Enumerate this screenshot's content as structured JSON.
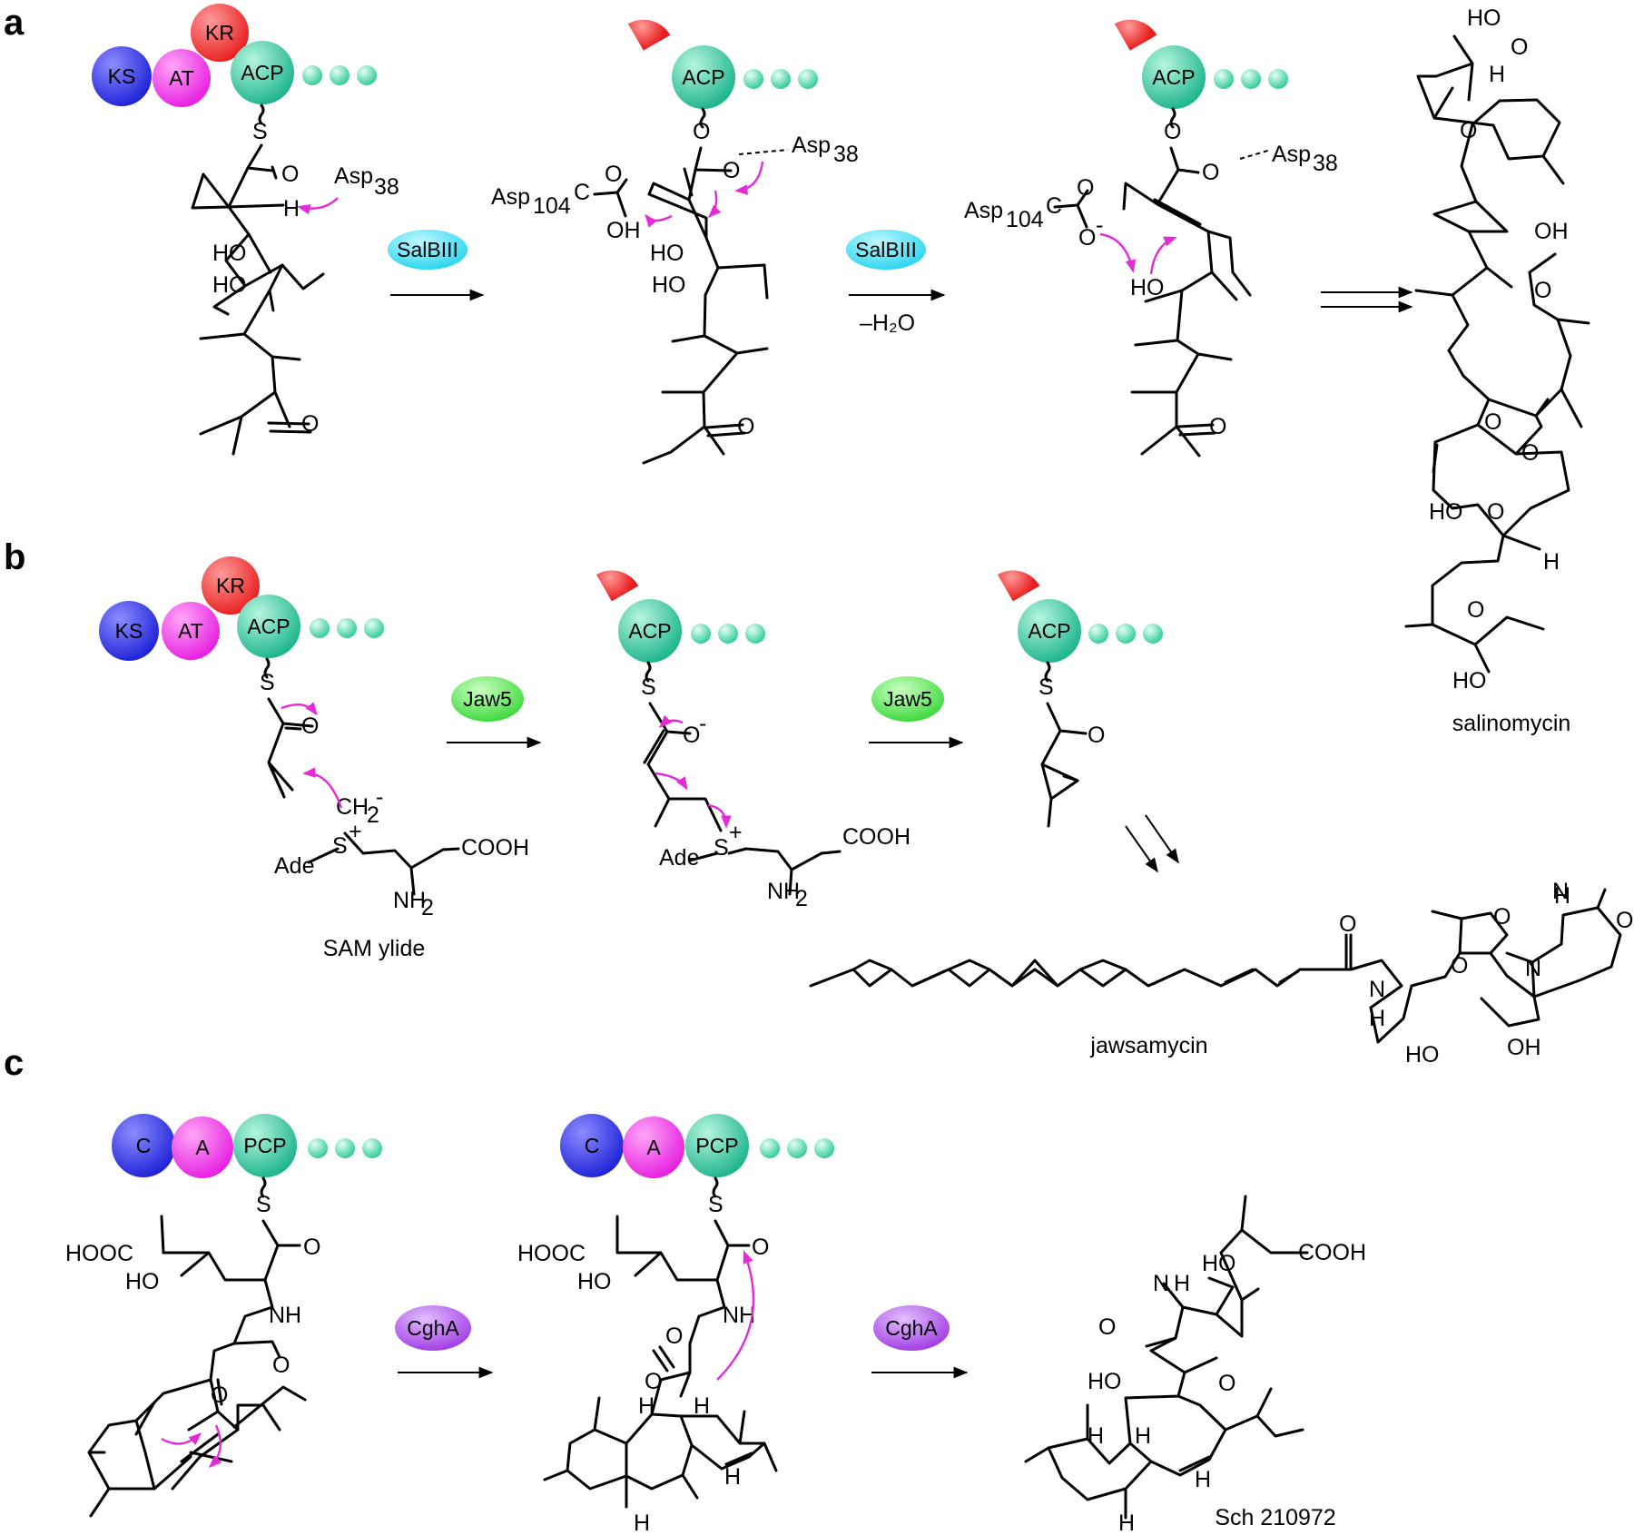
{
  "panels": [
    {
      "letter": "a",
      "module": [
        "KS",
        "AT",
        "KR",
        "ACP"
      ],
      "steps": [
        {
          "enzyme": "SalBIII"
        },
        {
          "enzyme": "SalBIII",
          "byproduct": "–H₂O"
        }
      ],
      "product": "salinomycin",
      "atoms": [
        "S",
        "O",
        "H",
        "Asp",
        "38",
        "HO",
        "HO",
        "O",
        "Asp",
        "104",
        "C",
        "O",
        "OH",
        "HO",
        "HO",
        "O",
        "O",
        "Asp",
        "38",
        "O",
        "Asp",
        "104",
        "C",
        "O",
        "O",
        "-",
        "HO",
        "O",
        "HO",
        "O",
        "H",
        "O",
        "OH",
        "O",
        "O",
        "O",
        "O",
        "HO",
        "H",
        "O",
        "HO"
      ]
    },
    {
      "letter": "b",
      "module": [
        "KS",
        "AT",
        "KR",
        "ACP"
      ],
      "steps": [
        {
          "enzyme": "Jaw5"
        },
        {
          "enzyme": "Jaw5"
        }
      ],
      "reagent": "SAM ylide",
      "product": "jawsamycin",
      "atoms": [
        "S",
        "O",
        "CH",
        "2",
        "-",
        "S",
        "+",
        "Ade",
        "COOH",
        "NH",
        "2",
        "O",
        "-",
        "S",
        "+",
        "Ade",
        "COOH",
        "NH",
        "2",
        "S",
        "O",
        "O",
        "N",
        "H",
        "O",
        "N",
        "O",
        "H",
        "N",
        "O",
        "N",
        "HO",
        "OH"
      ]
    },
    {
      "letter": "c",
      "module": [
        "C",
        "A",
        "PCP"
      ],
      "steps": [
        {
          "enzyme": "CghA"
        },
        {
          "enzyme": "CghA"
        }
      ],
      "product": "Sch 210972",
      "atoms": [
        "S",
        "O",
        "HOOC",
        "HO",
        "NH",
        "O",
        "O",
        "S",
        "O",
        "HOOC",
        "HO",
        "NH",
        "O",
        "O",
        "H",
        "H",
        "H",
        "H",
        "HO",
        "COOH",
        "O",
        "N",
        "H",
        "HO",
        "O",
        "H",
        "H",
        "H",
        "H"
      ]
    }
  ],
  "colors": {
    "KS": "#1c20d6",
    "AT": "#e61ce0",
    "KR": "#e81c1c",
    "ACP": "#19b38a",
    "beads": "#33d6a6",
    "SalBIII": "#19d2ee",
    "Jaw5": "#2ed42e",
    "CghA": "#9a2ee0",
    "curly_arrow": "#e62ad8"
  }
}
